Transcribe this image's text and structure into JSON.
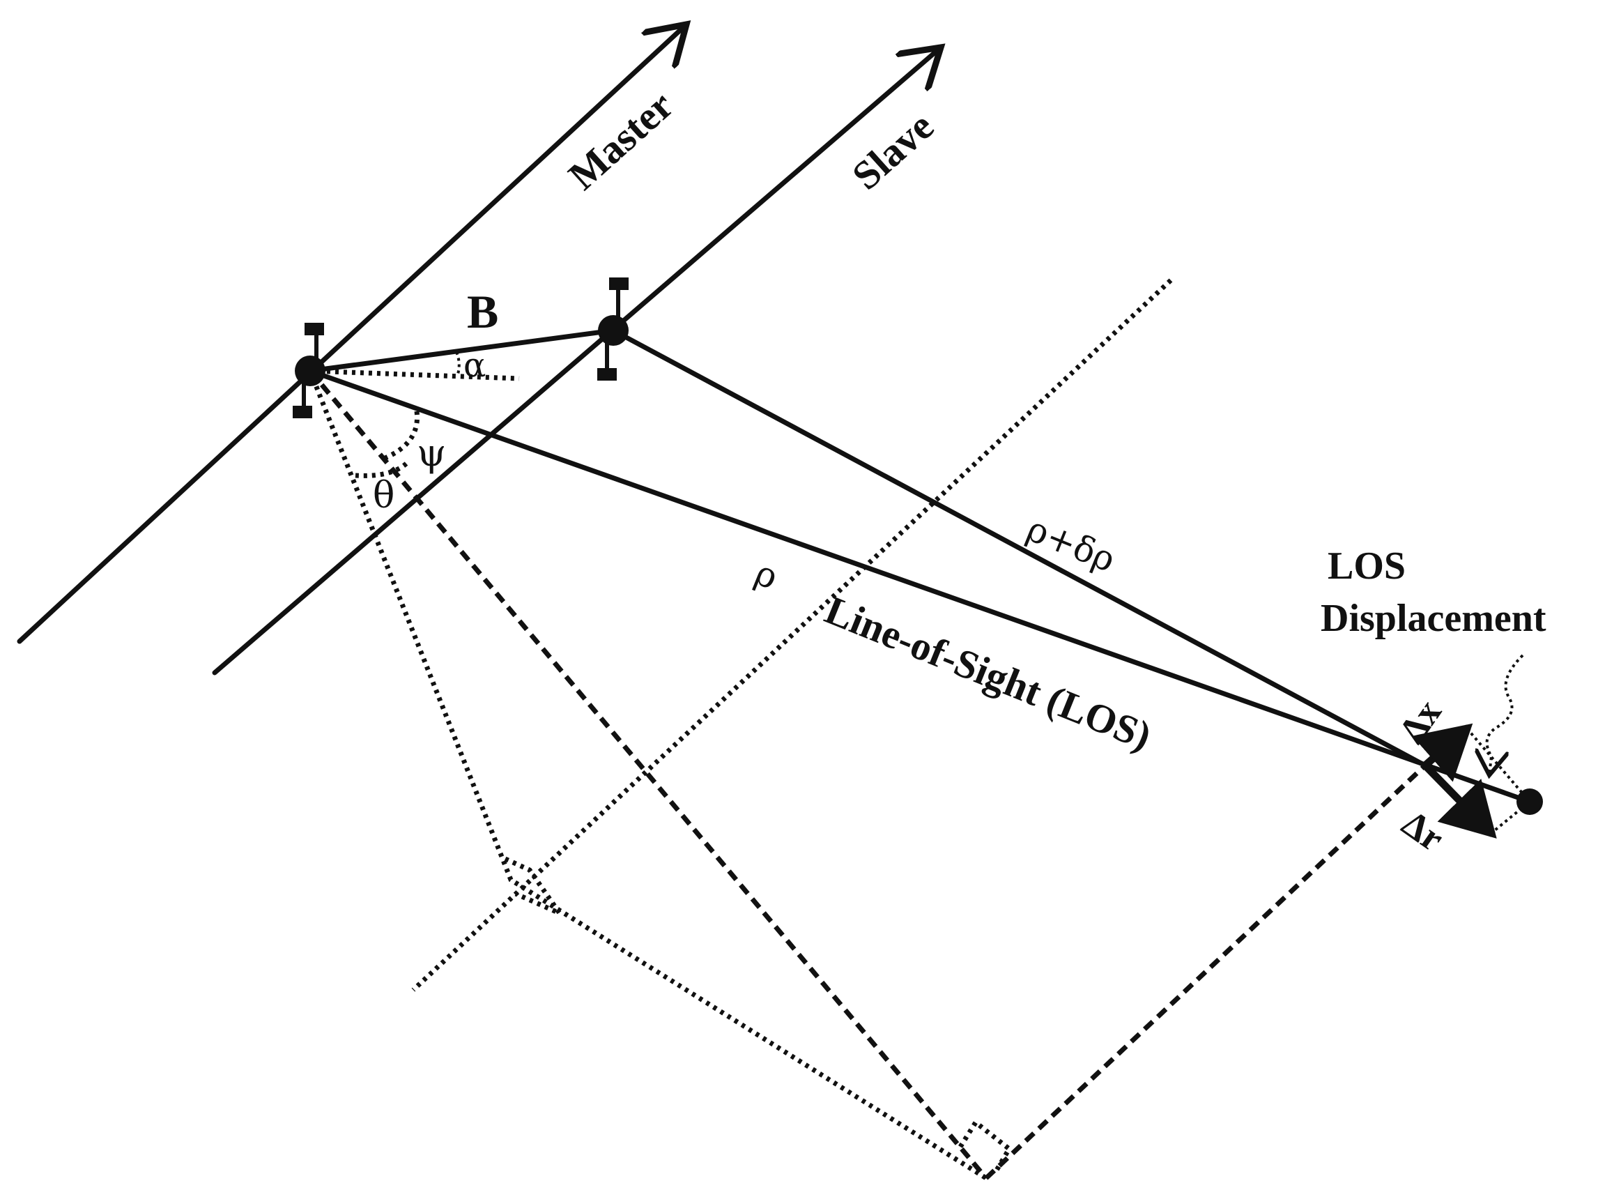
{
  "labels": {
    "master": "Master",
    "slave": "Slave",
    "baseline": "B",
    "alpha": "α",
    "psi": "ψ",
    "theta": "θ",
    "rho": "ρ",
    "rho_delta": "ρ+δρ",
    "los": "Line-of-Sight (LOS)",
    "los_disp_line1": "LOS",
    "los_disp_line2": "Displacement",
    "delta_x": "Δx",
    "delta_r": "Δr"
  },
  "colors": {
    "ink": "#111111",
    "background": "#ffffff"
  }
}
